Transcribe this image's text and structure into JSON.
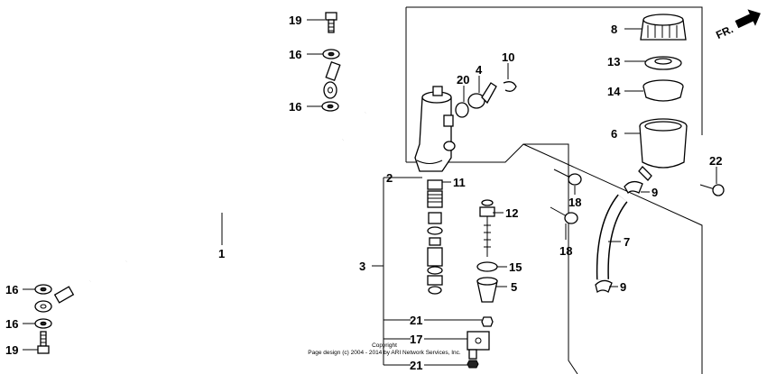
{
  "direction_label": "FR.",
  "callouts": {
    "c1": "1",
    "c2": "2",
    "c3": "3",
    "c4": "4",
    "c5": "5",
    "c6": "6",
    "c7": "7",
    "c8": "8",
    "c9a": "9",
    "c9b": "9",
    "c10": "10",
    "c11": "11",
    "c12": "12",
    "c13": "13",
    "c14": "14",
    "c15": "15",
    "c16a": "16",
    "c16b": "16",
    "c16c": "16",
    "c16d": "16",
    "c17": "17",
    "c18a": "18",
    "c18b": "18",
    "c19a": "19",
    "c19b": "19",
    "c20": "20",
    "c21a": "21",
    "c21b": "21",
    "c22": "22"
  },
  "copyright": {
    "line1": "Copyright",
    "line2": "Page design (c) 2004 - 2014 by ARI Network Services, Inc."
  },
  "icons": {
    "direction_arrow": "arrow-icon"
  }
}
